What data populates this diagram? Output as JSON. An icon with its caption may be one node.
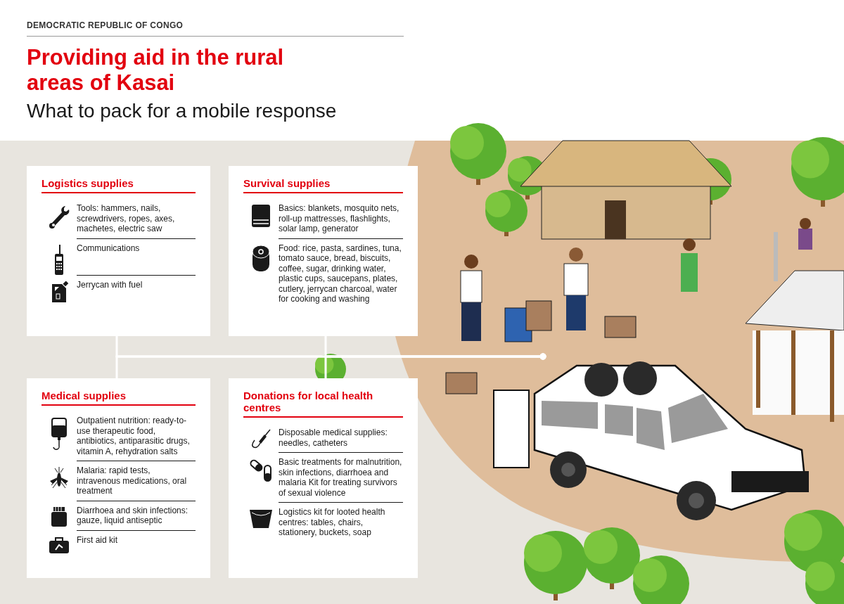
{
  "diagram": {
    "title": "Providing aid in the rural areas of Kasai",
    "nodes": [
      {
        "text": [
          "Logistics supplies",
          "Tools: hammers, nails, screwdrivers, ropes, axes, machetes, electric saw",
          "Communications",
          "Jerrycan with fuel"
        ]
      },
      {
        "text": [
          "Survival supplies",
          "Basics: blankets, mosquito nets, roll-up mattresses, flashlights, solar lamp, generator",
          "Food: rice, pasta, sardines, tuna, tomato sauce, bread, biscuits, coffee, sugar, drinking water, plastic cups, saucepans, plates, cutlery, jerrycan charcoal, water for cooking and washing"
        ]
      },
      {
        "text": [
          "Medical supplies",
          "Outpatient nutrition: ready-to-use therapeutic food, antibiotics, antiparasitic drugs, vitamin A, rehydration salts",
          "Malaria: rapid tests, intravenous medications, oral treatment",
          "Diarrhoea and skin infections: gauze, liquid antiseptic",
          "First aid kit"
        ]
      },
      {
        "text": [
          "Donations for local health centres",
          "Disposable medical supplies: needles, catheters",
          "Basic treatments for malnutrition, skin infections, diarrhoea and malaria Kit for treating survivors of sexual violence",
          "Logistics kit for looted health centres: tables, chairs, stationery, buckets, soap"
        ]
      }
    ],
    "edges": [
      {
        "from": 0,
        "to": null,
        "arrow": "other"
      },
      {
        "from": 1,
        "to": null,
        "arrow": "other"
      },
      {
        "from": 2,
        "to": null,
        "arrow": "other"
      },
      {
        "from": 3,
        "to": null,
        "arrow": "other"
      }
    ],
    "labels": [
      "DEMOCRATIC REPUBLIC OF CONGO",
      "What to pack for a mobile response"
    ]
  }
}
